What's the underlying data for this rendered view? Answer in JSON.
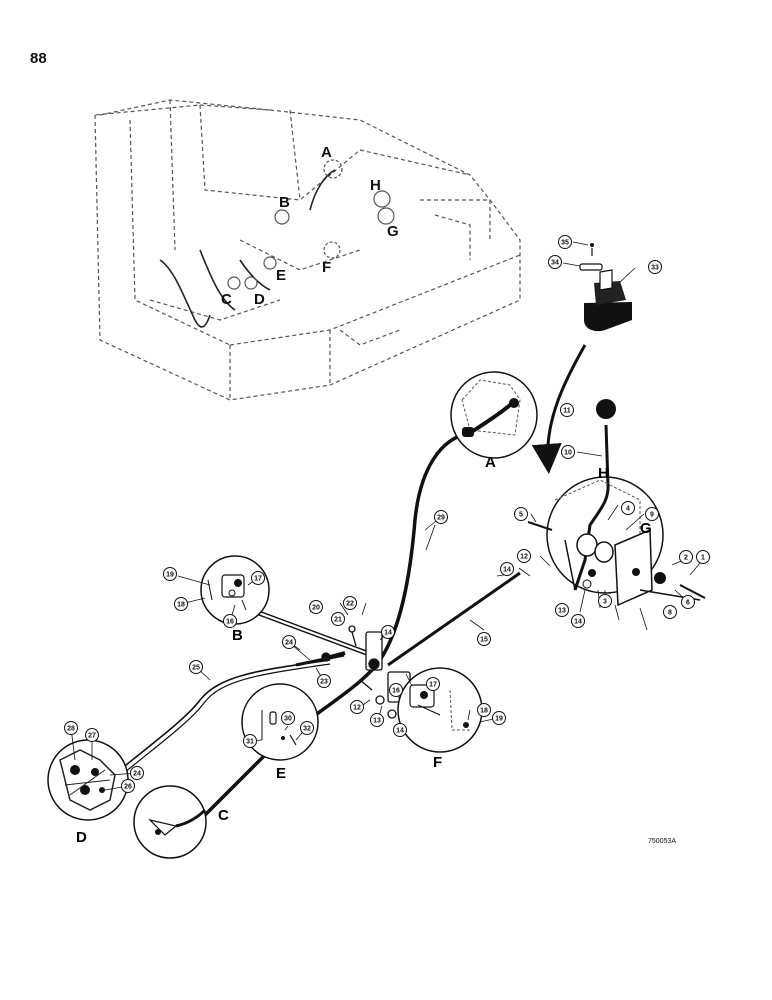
{
  "page": {
    "number": "88",
    "drawing_code": "750053A"
  },
  "overview_labels": [
    "A",
    "B",
    "C",
    "D",
    "E",
    "F",
    "G",
    "H"
  ],
  "detail_labels": [
    "A",
    "B",
    "C",
    "D",
    "E",
    "F",
    "G",
    "H"
  ],
  "callouts": [
    "1",
    "2",
    "3",
    "4",
    "5",
    "6",
    "8",
    "9",
    "10",
    "11",
    "12",
    "12",
    "13",
    "13",
    "14",
    "14",
    "14",
    "14",
    "15",
    "16",
    "16",
    "17",
    "17",
    "18",
    "18",
    "19",
    "19",
    "20",
    "21",
    "22",
    "23",
    "24",
    "24",
    "25",
    "26",
    "27",
    "28",
    "29",
    "30",
    "31",
    "32",
    "33",
    "34",
    "35"
  ],
  "colors": {
    "ink": "#111111",
    "paper": "#ffffff",
    "dashed": "#555555"
  }
}
